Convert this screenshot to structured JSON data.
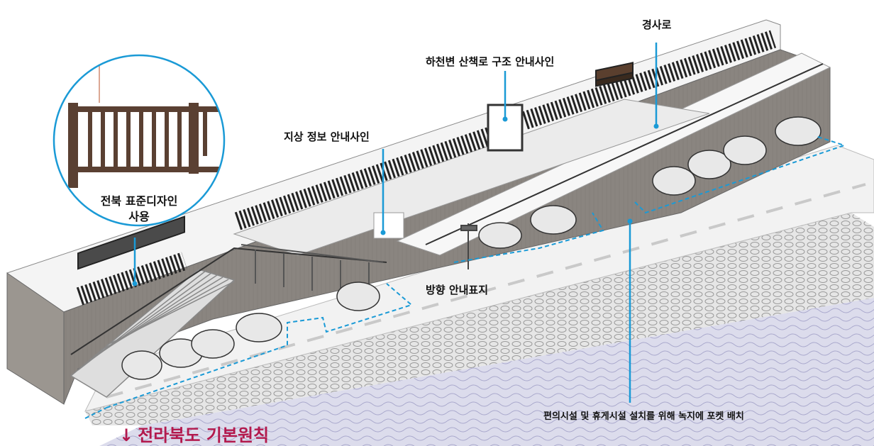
{
  "labels": {
    "slope_path": "경사로",
    "river_walk_sign": "하천변 산책로 구조 안내사인",
    "ground_info_sign": "지상 정보 안내사인",
    "jeonbuk_design_line1": "전북 표준디자인",
    "jeonbuk_design_line2": "사용",
    "direction_sign": "방향 안내표지",
    "pocket_green": "편의시설 및 휴게시설 설치를 위해 녹지에 포켓 배치"
  },
  "caption": {
    "arrow": "↓",
    "text": "전라북도 기본원칙"
  },
  "colors": {
    "leader_line": "#1a9ad6",
    "caption": "#b3194d",
    "water": "#dcdcec",
    "wall": "#8a8580",
    "path": "#f2f2f2"
  }
}
